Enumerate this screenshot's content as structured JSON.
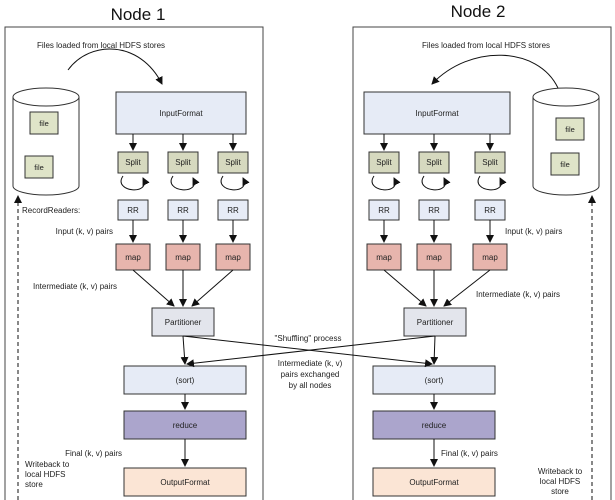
{
  "node1": {
    "title": "Node 1",
    "files_label": "Files loaded from local HDFS stores",
    "file_labels": [
      "file",
      "file"
    ],
    "inputformat": "InputFormat",
    "split_labels": [
      "Split",
      "Split",
      "Split"
    ],
    "recordreaders_label": "RecordReaders:",
    "rr_labels": [
      "RR",
      "RR",
      "RR"
    ],
    "input_pairs_label": "Input (k, v) pairs",
    "map_labels": [
      "map",
      "map",
      "map"
    ],
    "intermediate_label": "Intermediate (k, v) pairs",
    "partitioner": "Partitioner",
    "sort": "(sort)",
    "reduce": "reduce",
    "final_label": "Final (k, v) pairs",
    "outputformat": "OutputFormat",
    "writeback_lines": [
      "Writeback to",
      "local HDFS",
      "store"
    ]
  },
  "node2": {
    "title": "Node 2",
    "files_label": "Files loaded from local HDFS stores",
    "file_labels": [
      "file",
      "file"
    ],
    "inputformat": "InputFormat",
    "split_labels": [
      "Split",
      "Split",
      "Split"
    ],
    "rr_labels": [
      "RR",
      "RR",
      "RR"
    ],
    "input_pairs_label": "Input (k, v) pairs",
    "map_labels": [
      "map",
      "map",
      "map"
    ],
    "intermediate_label": "Intermediate (k, v) pairs",
    "partitioner": "Partitioner",
    "sort": "(sort)",
    "reduce": "reduce",
    "final_label": "Final (k, v) pairs",
    "outputformat": "OutputFormat",
    "writeback_lines": [
      "Writeback to",
      "local HDFS",
      "store"
    ]
  },
  "shuffle": {
    "label": "\"Shuffling\" process",
    "exchange_lines": [
      "Intermediate (k, v)",
      "pairs exchanged",
      "by all nodes"
    ]
  },
  "colors": {
    "inputformat": "#e6ebf6",
    "split": "#d6d9bf",
    "rr": "#e7ecf7",
    "map": "#e7b5ad",
    "partitioner": "#e3e5ec",
    "sort": "#e6ebf6",
    "reduce": "#aba5cc",
    "outputformat": "#fbe5d5",
    "file": "#dfe4c8"
  }
}
